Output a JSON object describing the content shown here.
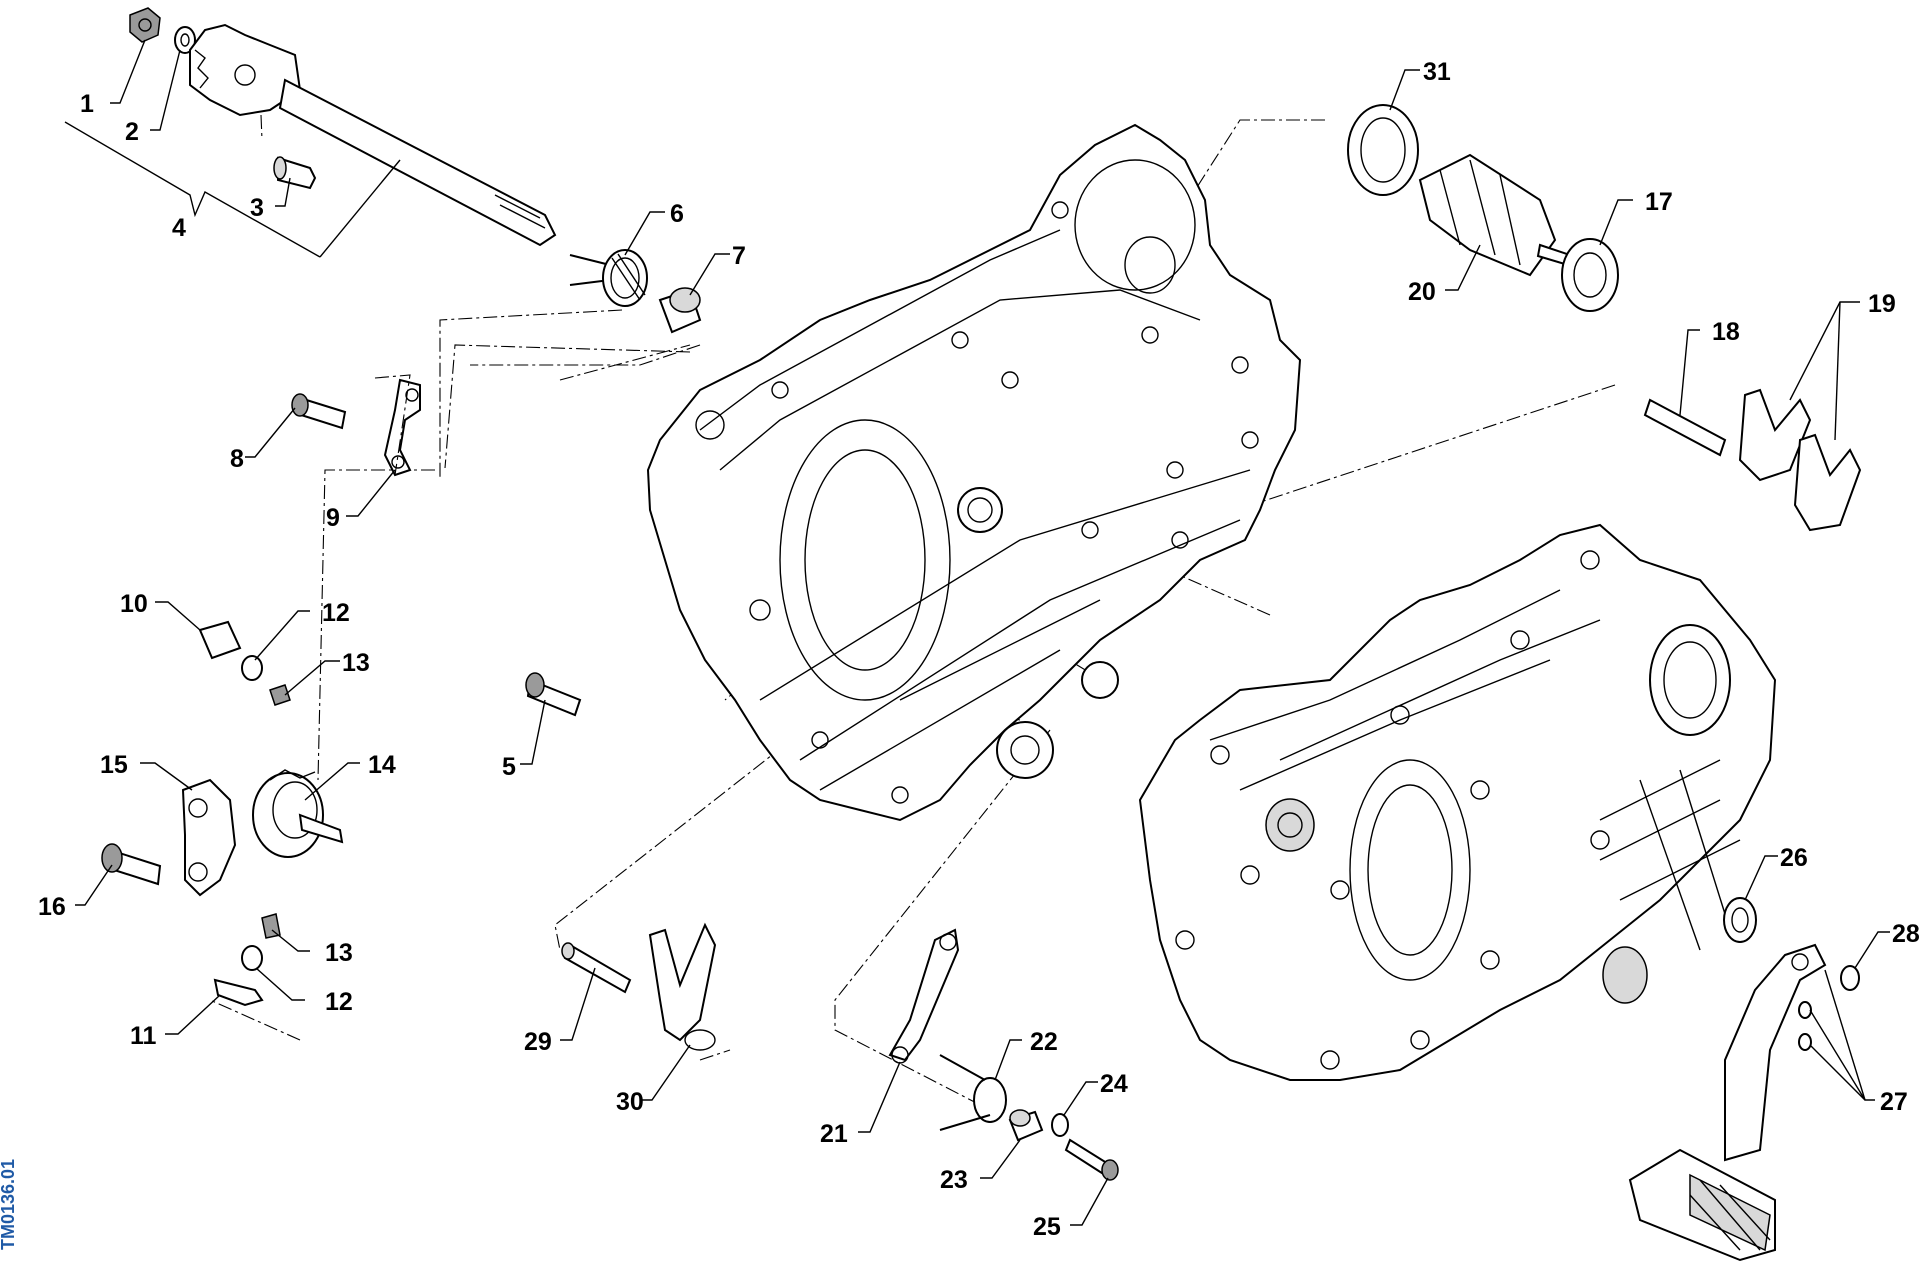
{
  "drawing_code": "TM0136.01",
  "callouts": [
    {
      "id": "c1",
      "label": "1"
    },
    {
      "id": "c2",
      "label": "2"
    },
    {
      "id": "c3",
      "label": "3"
    },
    {
      "id": "c4",
      "label": "4"
    },
    {
      "id": "c5",
      "label": "5"
    },
    {
      "id": "c6",
      "label": "6"
    },
    {
      "id": "c7",
      "label": "7"
    },
    {
      "id": "c8",
      "label": "8"
    },
    {
      "id": "c9",
      "label": "9"
    },
    {
      "id": "c10",
      "label": "10"
    },
    {
      "id": "c11",
      "label": "11"
    },
    {
      "id": "c12a",
      "label": "12"
    },
    {
      "id": "c12b",
      "label": "12"
    },
    {
      "id": "c13a",
      "label": "13"
    },
    {
      "id": "c13b",
      "label": "13"
    },
    {
      "id": "c14",
      "label": "14"
    },
    {
      "id": "c15",
      "label": "15"
    },
    {
      "id": "c16",
      "label": "16"
    },
    {
      "id": "c17",
      "label": "17"
    },
    {
      "id": "c18",
      "label": "18"
    },
    {
      "id": "c19",
      "label": "19"
    },
    {
      "id": "c20",
      "label": "20"
    },
    {
      "id": "c21",
      "label": "21"
    },
    {
      "id": "c22",
      "label": "22"
    },
    {
      "id": "c23",
      "label": "23"
    },
    {
      "id": "c24",
      "label": "24"
    },
    {
      "id": "c25",
      "label": "25"
    },
    {
      "id": "c26",
      "label": "26"
    },
    {
      "id": "c27",
      "label": "27"
    },
    {
      "id": "c28",
      "label": "28"
    },
    {
      "id": "c29",
      "label": "29"
    },
    {
      "id": "c30",
      "label": "30"
    },
    {
      "id": "c31",
      "label": "31"
    }
  ]
}
